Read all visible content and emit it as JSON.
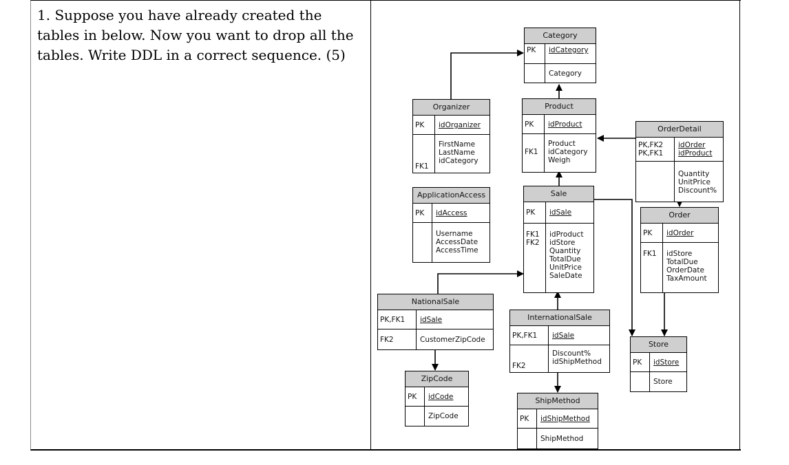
{
  "question": {
    "text": "1. Suppose you have already created the tables in below. Now you want to drop all the tables. Write DDL in a correct sequence. (5)"
  },
  "entities": {
    "category": {
      "name": "Category",
      "pk_key": "PK",
      "pk_fields": [
        "idCategory"
      ],
      "attr_fields": [
        "Category"
      ]
    },
    "organizer": {
      "name": "Organizer",
      "pk_key": "PK",
      "pk_fields": [
        "idOrganizer"
      ],
      "attr_key": "FK1",
      "attr_fields": [
        "FirstName",
        "LastName",
        "idCategory"
      ]
    },
    "product": {
      "name": "Product",
      "pk_key": "PK",
      "pk_fields": [
        "idProduct"
      ],
      "attr_key": "FK1",
      "attr_fields": [
        "Product",
        "idCategory",
        "Weigh"
      ]
    },
    "orderdetail": {
      "name": "OrderDetail",
      "pk_keys": [
        "PK,FK2",
        "PK,FK1"
      ],
      "pk_fields": [
        "idOrder",
        "idProduct"
      ],
      "attr_fields": [
        "Quantity",
        "UnitPrice",
        "Discount%"
      ]
    },
    "applicationaccess": {
      "name": "ApplicationAccess",
      "pk_key": "PK",
      "pk_fields": [
        "idAccess"
      ],
      "attr_fields": [
        "Username",
        "AccessDate",
        "AccessTime"
      ]
    },
    "sale": {
      "name": "Sale",
      "pk_key": "PK",
      "pk_fields": [
        "idSale"
      ],
      "attr_keys": [
        "FK1",
        "FK2"
      ],
      "attr_fields": [
        "idProduct",
        "idStore",
        "Quantity",
        "TotalDue",
        "UnitPrice",
        "SaleDate"
      ]
    },
    "order": {
      "name": "Order",
      "pk_key": "PK",
      "pk_fields": [
        "idOrder"
      ],
      "attr_key": "FK1",
      "attr_fields": [
        "idStore",
        "TotalDue",
        "OrderDate",
        "TaxAmount"
      ]
    },
    "nationalsale": {
      "name": "NationalSale",
      "pk_key": "PK,FK1",
      "pk_fields": [
        "idSale"
      ],
      "attr_key": "FK2",
      "attr_fields": [
        "CustomerZipCode"
      ]
    },
    "internationalsale": {
      "name": "InternationalSale",
      "pk_key": "PK,FK1",
      "pk_fields": [
        "idSale"
      ],
      "attr_key": "FK2",
      "attr_fields": [
        "Discount%",
        "idShipMethod"
      ]
    },
    "store": {
      "name": "Store",
      "pk_key": "PK",
      "pk_fields": [
        "idStore"
      ],
      "attr_fields": [
        "Store"
      ]
    },
    "zipcode": {
      "name": "ZipCode",
      "pk_key": "PK",
      "pk_fields": [
        "idCode"
      ],
      "attr_fields": [
        "ZipCode"
      ]
    },
    "shipmethod": {
      "name": "ShipMethod",
      "pk_key": "PK",
      "pk_fields": [
        "idShipMethod"
      ],
      "attr_fields": [
        "ShipMethod"
      ]
    }
  }
}
